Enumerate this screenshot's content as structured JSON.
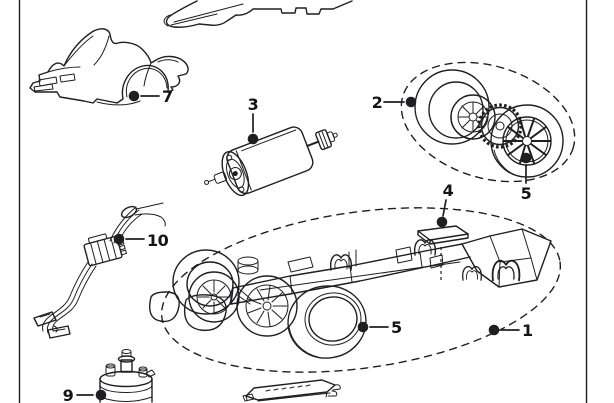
{
  "diagram": {
    "kind": "exploded-parts-diagram",
    "callouts": [
      {
        "id": "part-7",
        "text": "7"
      },
      {
        "id": "part-3",
        "text": "3"
      },
      {
        "id": "part-2",
        "text": "2"
      },
      {
        "id": "part-5-upper",
        "text": "5"
      },
      {
        "id": "part-4",
        "text": "4"
      },
      {
        "id": "part-10",
        "text": "10"
      },
      {
        "id": "part-5-lower",
        "text": "5"
      },
      {
        "id": "part-1",
        "text": "1"
      },
      {
        "id": "part-9",
        "text": "9"
      }
    ],
    "colors": {
      "background": "#ffffff",
      "line": "#1f1f23",
      "label": "#131318"
    }
  }
}
